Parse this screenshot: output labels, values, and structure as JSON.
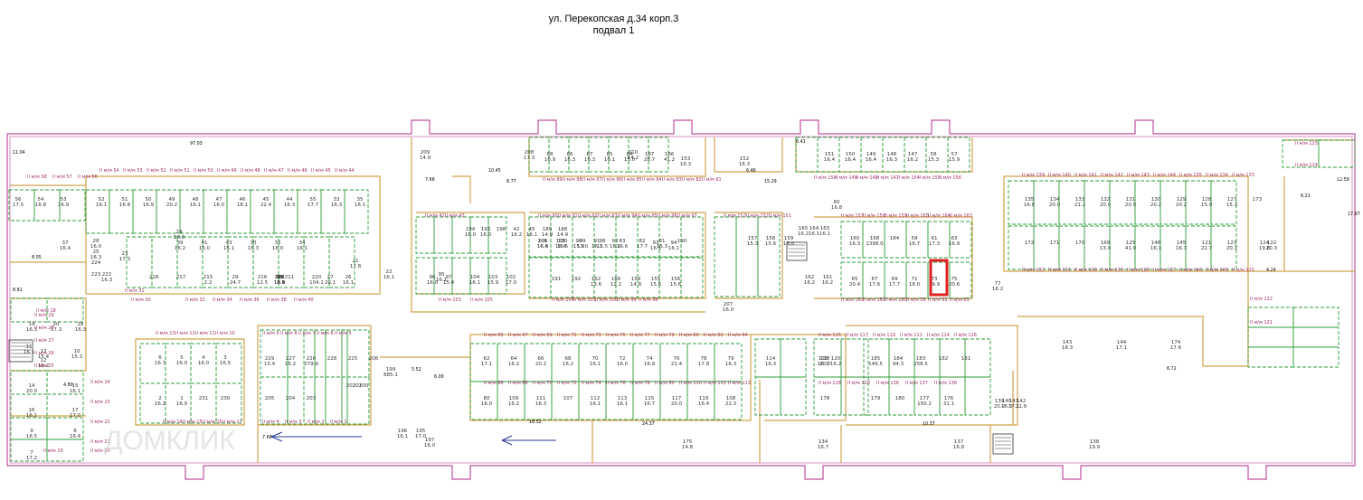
{
  "title": "ул. Перекопская д.34 корп.3",
  "subtitle": "подвал 1",
  "watermark": "ДОМКЛИК",
  "highlight_color": "#e02020",
  "colors": {
    "outer": "#c050a0",
    "walls": "#d2a24a",
    "rooms": "#2e9e3a"
  },
  "ramps": [
    {
      "icon": "arrow-left-icon"
    },
    {
      "icon": "arrow-left-icon"
    }
  ],
  "dims": [
    {
      "text": "97.03"
    },
    {
      "text": "11.04"
    },
    {
      "text": "7.68"
    },
    {
      "text": "10.45"
    },
    {
      "text": "8.77"
    },
    {
      "text": "6.46"
    },
    {
      "text": "15.29"
    },
    {
      "text": "6.41"
    },
    {
      "text": "12.59"
    },
    {
      "text": "6.21"
    },
    {
      "text": "17.67"
    },
    {
      "text": "8.05"
    },
    {
      "text": "8.81"
    },
    {
      "text": "4.80"
    },
    {
      "text": "5.52"
    },
    {
      "text": "6.00"
    },
    {
      "text": "18.52"
    },
    {
      "text": "24.37"
    },
    {
      "text": "10.37"
    },
    {
      "text": "6.72"
    },
    {
      "text": "7.68"
    },
    {
      "text": "4.24"
    }
  ],
  "labels": [
    {
      "num": "209",
      "area": "14.9"
    },
    {
      "num": "208",
      "area": "17.3"
    },
    {
      "num": "210",
      "area": "14.2"
    },
    {
      "num": "88",
      "area": "16.9"
    },
    {
      "num": "86",
      "area": "16.3"
    },
    {
      "num": "87",
      "area": "16.3"
    },
    {
      "num": "85",
      "area": "16.1"
    },
    {
      "num": "84",
      "area": "15.0"
    },
    {
      "num": "187",
      "area": "28.7"
    },
    {
      "num": "186",
      "area": "41.2"
    },
    {
      "num": "153",
      "area": "16.3"
    },
    {
      "num": "152",
      "area": "16.3"
    },
    {
      "num": "151",
      "area": "16.4"
    },
    {
      "num": "150",
      "area": "16.4"
    },
    {
      "num": "149",
      "area": "16.4"
    },
    {
      "num": "148",
      "area": "16.3"
    },
    {
      "num": "147",
      "area": "16.2"
    },
    {
      "num": "58",
      "area": "15.3"
    },
    {
      "num": "57",
      "area": "15.9"
    },
    {
      "num": "56",
      "area": "17.5"
    },
    {
      "num": "54",
      "area": "16.8"
    },
    {
      "num": "53",
      "area": "16.9"
    },
    {
      "num": "52",
      "area": "16.1"
    },
    {
      "num": "51",
      "area": "16.8"
    },
    {
      "num": "50",
      "area": "16.9"
    },
    {
      "num": "49",
      "area": "20.2"
    },
    {
      "num": "48",
      "area": "16.1"
    },
    {
      "num": "47",
      "area": "16.0"
    },
    {
      "num": "46",
      "area": "18.1"
    },
    {
      "num": "45",
      "area": "22.4"
    },
    {
      "num": "44",
      "area": "16.3"
    },
    {
      "num": "55",
      "area": "17.7"
    },
    {
      "num": "33",
      "area": "16.3"
    },
    {
      "num": "35",
      "area": "16.1"
    },
    {
      "num": "37",
      "area": "16.4"
    },
    {
      "num": "39",
      "area": "16.2"
    },
    {
      "num": "41",
      "area": "16.0"
    },
    {
      "num": "43",
      "area": "16.1"
    },
    {
      "num": "30",
      "area": "16.3"
    },
    {
      "num": "32",
      "area": "16.0"
    },
    {
      "num": "34",
      "area": "16.1"
    },
    {
      "num": "36",
      "area": "17.8"
    },
    {
      "num": "38",
      "area": "16.0"
    },
    {
      "num": "40",
      "area": "17.7"
    },
    {
      "num": "212",
      "area": "10.6"
    },
    {
      "num": "214",
      "area": ""
    },
    {
      "num": "219",
      "area": ""
    },
    {
      "num": "218",
      "area": ""
    },
    {
      "num": "217",
      "area": ""
    },
    {
      "num": "215",
      "area": "2.2"
    },
    {
      "num": "29",
      "area": "24.7"
    },
    {
      "num": "216",
      "area": "12.5"
    },
    {
      "num": "211",
      "area": ""
    },
    {
      "num": "220",
      "area": "104.1"
    },
    {
      "num": "27",
      "area": "20.1"
    },
    {
      "num": "26",
      "area": "16.1"
    },
    {
      "num": "28",
      "area": "16.0"
    },
    {
      "num": "25",
      "area": "16.3"
    },
    {
      "num": "224",
      "area": ""
    },
    {
      "num": "223",
      "area": ""
    },
    {
      "num": "222",
      "area": "16.3"
    },
    {
      "num": "23",
      "area": "17.3"
    },
    {
      "num": "24",
      "area": "18.8"
    },
    {
      "num": "21",
      "area": "17.8"
    },
    {
      "num": "22",
      "area": "16.1"
    },
    {
      "num": "19",
      "area": "16.3"
    },
    {
      "num": "20",
      "area": "17.3"
    },
    {
      "num": "18",
      "area": "16.3"
    },
    {
      "num": "13",
      "area": "15.4"
    },
    {
      "num": "12",
      "area": "16.2"
    },
    {
      "num": "11",
      "area": "16.1"
    },
    {
      "num": "10",
      "area": "15.3"
    },
    {
      "num": "14",
      "area": "20.0"
    },
    {
      "num": "15",
      "area": "16.1"
    },
    {
      "num": "16",
      "area": "16.1"
    },
    {
      "num": "17",
      "area": "17.0"
    },
    {
      "num": "9",
      "area": "16.5"
    },
    {
      "num": "8",
      "area": "16.4"
    },
    {
      "num": "7",
      "area": "17.2"
    },
    {
      "num": "6",
      "area": "16.7"
    },
    {
      "num": "5",
      "area": "16.0"
    },
    {
      "num": "4",
      "area": "16.0"
    },
    {
      "num": "3",
      "area": "16.5"
    },
    {
      "num": "2",
      "area": "16.2"
    },
    {
      "num": "1",
      "area": "16.9"
    },
    {
      "num": "231",
      "area": ""
    },
    {
      "num": "230",
      "area": ""
    },
    {
      "num": "229",
      "area": "15.4"
    },
    {
      "num": "227",
      "area": "15.2"
    },
    {
      "num": "226",
      "area": "279.9"
    },
    {
      "num": "228",
      "area": ""
    },
    {
      "num": "225",
      "area": ""
    },
    {
      "num": "206",
      "area": ""
    },
    {
      "num": "205",
      "area": ""
    },
    {
      "num": "204",
      "area": ""
    },
    {
      "num": "203",
      "area": ""
    },
    {
      "num": "202",
      "area": ""
    },
    {
      "num": "201",
      "area": ""
    },
    {
      "num": "200",
      "area": ""
    },
    {
      "num": "199",
      "area": "885.1"
    },
    {
      "num": "197",
      "area": "16.0"
    },
    {
      "num": "196",
      "area": "16.1"
    },
    {
      "num": "195",
      "area": "17.0"
    },
    {
      "num": "194",
      "area": "16.0"
    },
    {
      "num": "193",
      "area": "16.0"
    },
    {
      "num": "198",
      "area": ""
    },
    {
      "num": "42",
      "area": "16.2"
    },
    {
      "num": "45",
      "area": "16.1"
    },
    {
      "num": "189",
      "area": "14.9"
    },
    {
      "num": "188",
      "area": "14.9"
    },
    {
      "num": "207",
      "area": "16.0"
    },
    {
      "num": "206",
      "area": "16.4"
    },
    {
      "num": "105",
      "area": "16.4"
    },
    {
      "num": "90",
      "area": "15.9"
    },
    {
      "num": "91",
      "area": "16.1"
    },
    {
      "num": "92",
      "area": "16.1"
    },
    {
      "num": "93",
      "area": "16.1"
    },
    {
      "num": "94",
      "area": "16.1"
    },
    {
      "num": "95",
      "area": "16.1"
    },
    {
      "num": "96",
      "area": "16.0"
    },
    {
      "num": "97",
      "area": "15.4"
    },
    {
      "num": "104",
      "area": "16.1"
    },
    {
      "num": "103",
      "area": "15.9"
    },
    {
      "num": "102",
      "area": "17.0"
    },
    {
      "num": "101",
      "area": "16.0"
    },
    {
      "num": "100",
      "area": "16.5"
    },
    {
      "num": "99",
      "area": "17.0"
    },
    {
      "num": "98",
      "area": "15.5"
    },
    {
      "num": "83",
      "area": "16.6"
    },
    {
      "num": "82",
      "area": "17.7"
    },
    {
      "num": "81",
      "area": "15.3"
    },
    {
      "num": "190",
      "area": ""
    },
    {
      "num": "191",
      "area": ""
    },
    {
      "num": "192",
      "area": ""
    },
    {
      "num": "162",
      "area": "13.6"
    },
    {
      "num": "166",
      "area": "12.2"
    },
    {
      "num": "154",
      "area": "14.8"
    },
    {
      "num": "155",
      "area": "15.6"
    },
    {
      "num": "156",
      "area": "15.6"
    },
    {
      "num": "157",
      "area": "15.3"
    },
    {
      "num": "158",
      "area": "15.6"
    },
    {
      "num": "159",
      "area": "16.0"
    },
    {
      "num": "165",
      "area": "16.2"
    },
    {
      "num": "164",
      "area": "16.1"
    },
    {
      "num": "163",
      "area": "16.1"
    },
    {
      "num": "162",
      "area": "16.2"
    },
    {
      "num": "161",
      "area": "16.2"
    },
    {
      "num": "160",
      "area": "16.3"
    },
    {
      "num": "168",
      "area": "1398.0"
    },
    {
      "num": "184",
      "area": ""
    },
    {
      "num": "59",
      "area": "16.7"
    },
    {
      "num": "61",
      "area": "17.3"
    },
    {
      "num": "63",
      "area": "16.9"
    },
    {
      "num": "65",
      "area": "20.4"
    },
    {
      "num": "67",
      "area": "17.6"
    },
    {
      "num": "69",
      "area": "17.7"
    },
    {
      "num": "71",
      "area": "18.0"
    },
    {
      "num": "73",
      "area": "19.9"
    },
    {
      "num": "75",
      "area": "20.6"
    },
    {
      "num": "77",
      "area": "16.2"
    },
    {
      "num": "60",
      "area": "16.8"
    },
    {
      "num": "62",
      "area": "17.1"
    },
    {
      "num": "64",
      "area": "16.2"
    },
    {
      "num": "66",
      "area": "20.2"
    },
    {
      "num": "68",
      "area": "16.2"
    },
    {
      "num": "70",
      "area": "16.1"
    },
    {
      "num": "72",
      "area": "16.0"
    },
    {
      "num": "74",
      "area": "16.9"
    },
    {
      "num": "76",
      "area": "21.4"
    },
    {
      "num": "78",
      "area": "17.8"
    },
    {
      "num": "79",
      "area": "16.3"
    },
    {
      "num": "80",
      "area": "16.0"
    },
    {
      "num": "109",
      "area": "16.2"
    },
    {
      "num": "111",
      "area": "16.3"
    },
    {
      "num": "107",
      "area": ""
    },
    {
      "num": "112",
      "area": "16.1"
    },
    {
      "num": "113",
      "area": "16.1"
    },
    {
      "num": "115",
      "area": "16.7"
    },
    {
      "num": "117",
      "area": "20.0"
    },
    {
      "num": "119",
      "area": "16.4"
    },
    {
      "num": "108",
      "area": "22.3"
    },
    {
      "num": "114",
      "area": "16.3"
    },
    {
      "num": "116",
      "area": "16.3"
    },
    {
      "num": "118",
      "area": "20.0"
    },
    {
      "num": "120",
      "area": "16.2"
    },
    {
      "num": "185",
      "area": "149.5"
    },
    {
      "num": "184",
      "area": "94.3"
    },
    {
      "num": "183",
      "area": "258.5"
    },
    {
      "num": "182",
      "area": ""
    },
    {
      "num": "181",
      "area": ""
    },
    {
      "num": "178",
      "area": ""
    },
    {
      "num": "179",
      "area": ""
    },
    {
      "num": "180",
      "area": ""
    },
    {
      "num": "177",
      "area": "150.2"
    },
    {
      "num": "176",
      "area": "31.1"
    },
    {
      "num": "175",
      "area": "14.8"
    },
    {
      "num": "134",
      "area": "16.7"
    },
    {
      "num": "137",
      "area": "16.8"
    },
    {
      "num": "138",
      "area": "19.9"
    },
    {
      "num": "139",
      "area": "20.2"
    },
    {
      "num": "140",
      "area": "16.3"
    },
    {
      "num": "141",
      "area": "17.1"
    },
    {
      "num": "142",
      "area": "21.9"
    },
    {
      "num": "143",
      "area": "18.3"
    },
    {
      "num": "144",
      "area": "17.1"
    },
    {
      "num": "174",
      "area": "17.6"
    },
    {
      "num": "135",
      "area": "16.8"
    },
    {
      "num": "134",
      "area": "20.0"
    },
    {
      "num": "133",
      "area": "21.2"
    },
    {
      "num": "132",
      "area": "20.0"
    },
    {
      "num": "131",
      "area": "20.0"
    },
    {
      "num": "130",
      "area": "20.2"
    },
    {
      "num": "129",
      "area": "20.2"
    },
    {
      "num": "128",
      "area": "15.9"
    },
    {
      "num": "127",
      "area": "15.3"
    },
    {
      "num": "173",
      "area": ""
    },
    {
      "num": "172",
      "area": ""
    },
    {
      "num": "171",
      "area": ""
    },
    {
      "num": "170",
      "area": ""
    },
    {
      "num": "169",
      "area": "13.4"
    },
    {
      "num": "125",
      "area": "41.9"
    },
    {
      "num": "146",
      "area": "16.1"
    },
    {
      "num": "145",
      "area": "16.3"
    },
    {
      "num": "121",
      "area": "22.7"
    },
    {
      "num": "123",
      "area": "20.1"
    },
    {
      "num": "124",
      "area": "19.6"
    },
    {
      "num": "122",
      "area": "20.3"
    }
  ],
  "parking": [
    {
      "t": "II м/м 58"
    },
    {
      "t": "II м/м 57"
    },
    {
      "t": "II м/м 56"
    },
    {
      "t": "II м/м 54"
    },
    {
      "t": "II м/м 53"
    },
    {
      "t": "II м/м 52"
    },
    {
      "t": "II м/м 51"
    },
    {
      "t": "II м/м 50"
    },
    {
      "t": "II м/м 49"
    },
    {
      "t": "II м/м 48"
    },
    {
      "t": "II м/м 47"
    },
    {
      "t": "II м/м 46"
    },
    {
      "t": "II м/м 45"
    },
    {
      "t": "II м/м 44"
    },
    {
      "t": "II м/м 31"
    },
    {
      "t": "II м/м 30"
    },
    {
      "t": "II м/м 32"
    },
    {
      "t": "II м/м 34"
    },
    {
      "t": "II м/м 36"
    },
    {
      "t": "II м/м 38"
    },
    {
      "t": "II м/м 40"
    },
    {
      "t": "II м/м 29"
    },
    {
      "t": "II м/м 28"
    },
    {
      "t": "II м/м 27"
    },
    {
      "t": "II м/м 26"
    },
    {
      "t": "II м/м 25"
    },
    {
      "t": "II м/м 24"
    },
    {
      "t": "II м/м 23"
    },
    {
      "t": "II м/м 22"
    },
    {
      "t": "II м/м 21"
    },
    {
      "t": "II м/м 20"
    },
    {
      "t": "II м/м 19"
    },
    {
      "t": "II м/м 18"
    },
    {
      "t": "II м/м 13"
    },
    {
      "t": "II м/м 12"
    },
    {
      "t": "II м/м 11"
    },
    {
      "t": "II м/м 10"
    },
    {
      "t": "II м/м 14"
    },
    {
      "t": "II м/м 15"
    },
    {
      "t": "II м/м 16"
    },
    {
      "t": "II м/м 17"
    },
    {
      "t": "II м/м 9"
    },
    {
      "t": "II м/м 8"
    },
    {
      "t": "II м/м 7"
    },
    {
      "t": "II м/м 6"
    },
    {
      "t": "II м/м 5"
    },
    {
      "t": "II м/м 4"
    },
    {
      "t": "II м/м 3"
    },
    {
      "t": "II м/м 2"
    },
    {
      "t": "II м/м 1"
    },
    {
      "t": "II м/м 42"
    },
    {
      "t": "II м/м 43"
    },
    {
      "t": "II м/м 103"
    },
    {
      "t": "II м/м 105"
    },
    {
      "t": "II м/м 90"
    },
    {
      "t": "II м/м 91"
    },
    {
      "t": "II м/м 92"
    },
    {
      "t": "II м/м 93"
    },
    {
      "t": "II м/м 94"
    },
    {
      "t": "II м/м 95"
    },
    {
      "t": "II м/м 96"
    },
    {
      "t": "II м/м 97"
    },
    {
      "t": "II м/м 104"
    },
    {
      "t": "II м/м 101"
    },
    {
      "t": "II м/м 100"
    },
    {
      "t": "II м/м 99"
    },
    {
      "t": "II м/м 98"
    },
    {
      "t": "II м/м 89"
    },
    {
      "t": "II м/м 88"
    },
    {
      "t": "II м/м 87"
    },
    {
      "t": "II м/м 86"
    },
    {
      "t": "II м/м 85"
    },
    {
      "t": "II м/м 84"
    },
    {
      "t": "II м/м 83"
    },
    {
      "t": "II м/м 82"
    },
    {
      "t": "II м/м 81"
    },
    {
      "t": "II м/м 153"
    },
    {
      "t": "II м/м 152"
    },
    {
      "t": "II м/м 151"
    },
    {
      "t": "II м/м 150"
    },
    {
      "t": "II м/м 149"
    },
    {
      "t": "II м/м 148"
    },
    {
      "t": "II м/м 147"
    },
    {
      "t": "II м/м 154"
    },
    {
      "t": "II м/м 155"
    },
    {
      "t": "II м/м 156"
    },
    {
      "t": "II м/м 157"
    },
    {
      "t": "II м/м 158"
    },
    {
      "t": "II м/м 159"
    },
    {
      "t": "II м/м 165"
    },
    {
      "t": "II м/м 164"
    },
    {
      "t": "II м/м 163"
    },
    {
      "t": "II м/м 162"
    },
    {
      "t": "II м/м 161"
    },
    {
      "t": "II м/м 160"
    },
    {
      "t": "II м/м 59"
    },
    {
      "t": "II м/м 61"
    },
    {
      "t": "II м/м 63"
    },
    {
      "t": "II м/м 65"
    },
    {
      "t": "II м/м 67"
    },
    {
      "t": "II м/м 69"
    },
    {
      "t": "II м/м 71"
    },
    {
      "t": "II м/м 73"
    },
    {
      "t": "II м/м 75"
    },
    {
      "t": "II м/м 77"
    },
    {
      "t": "II м/м 79"
    },
    {
      "t": "II м/м 60"
    },
    {
      "t": "II м/м 62"
    },
    {
      "t": "II м/м 64"
    },
    {
      "t": "II м/м 66"
    },
    {
      "t": "II м/м 68"
    },
    {
      "t": "II м/м 70"
    },
    {
      "t": "II м/м 72"
    },
    {
      "t": "II м/м 74"
    },
    {
      "t": "II м/м 76"
    },
    {
      "t": "II м/м 78"
    },
    {
      "t": "II м/м 80"
    },
    {
      "t": "II м/м 110"
    },
    {
      "t": "II м/м 112"
    },
    {
      "t": "II м/м 113"
    },
    {
      "t": "II м/м 115"
    },
    {
      "t": "II м/м 117"
    },
    {
      "t": "II м/м 119"
    },
    {
      "t": "II м/м 111"
    },
    {
      "t": "II м/м 114"
    },
    {
      "t": "II м/м 116"
    },
    {
      "t": "II м/м 118"
    },
    {
      "t": "II м/м 120"
    },
    {
      "t": "II м/м 136"
    },
    {
      "t": "II м/м 137"
    },
    {
      "t": "II м/м 138"
    },
    {
      "t": "II м/м 139"
    },
    {
      "t": "II м/м 140"
    },
    {
      "t": "II м/м 141"
    },
    {
      "t": "II м/м 142"
    },
    {
      "t": "II м/м 143"
    },
    {
      "t": "II м/м 144"
    },
    {
      "t": "II м/м 135"
    },
    {
      "t": "II м/м 134"
    },
    {
      "t": "II м/м 133"
    },
    {
      "t": "II м/м 132"
    },
    {
      "t": "II м/м 131"
    },
    {
      "t": "II м/м 130"
    },
    {
      "t": "II м/м 129"
    },
    {
      "t": "II м/м 128"
    },
    {
      "t": "II м/м 127"
    },
    {
      "t": "II м/м 146"
    },
    {
      "t": "II м/м 145"
    },
    {
      "t": "II м/м 125"
    },
    {
      "t": "II м/м 123"
    },
    {
      "t": "II м/м 124"
    },
    {
      "t": "II м/м 122"
    },
    {
      "t": "II м/м 121"
    }
  ]
}
